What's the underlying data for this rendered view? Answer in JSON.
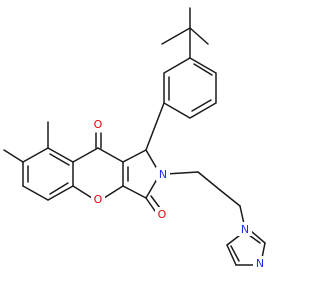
{
  "colors": {
    "bond": "#1a1a1a",
    "oxygen": "#e8000b",
    "nitrogen": "#2030f0",
    "background": "#ffffff"
  },
  "atoms": {
    "o_ketone": "O",
    "o_ring": "O",
    "o_lactam": "O",
    "n_lactam": "N",
    "n_imidazole_1": "N",
    "n_imidazole_3": "N"
  }
}
